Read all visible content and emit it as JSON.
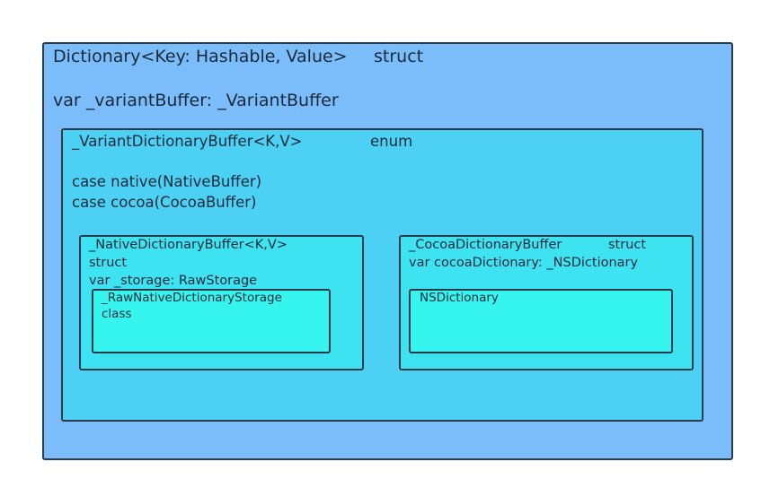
{
  "outer": {
    "title": "Dictionary<Key: Hashable, Value>",
    "kind": "struct",
    "property": "var _variantBuffer: _VariantBuffer"
  },
  "variant": {
    "title": "_VariantDictionaryBuffer<K,V>",
    "kind": "enum",
    "case_native": "case native(NativeBuffer)",
    "case_cocoa": "case cocoa(CocoaBuffer)"
  },
  "native": {
    "title": "_NativeDictionaryBuffer<K,V>",
    "kind": "struct",
    "property": "var _storage: RawStorage",
    "inner": {
      "title": "_RawNativeDictionaryStorage",
      "kind": "class"
    }
  },
  "cocoa": {
    "title": "_CocoaDictionaryBuffer",
    "kind": "struct",
    "property": "var cocoaDictionary: _NSDictionary",
    "inner": {
      "title": "NSDictionary"
    }
  }
}
